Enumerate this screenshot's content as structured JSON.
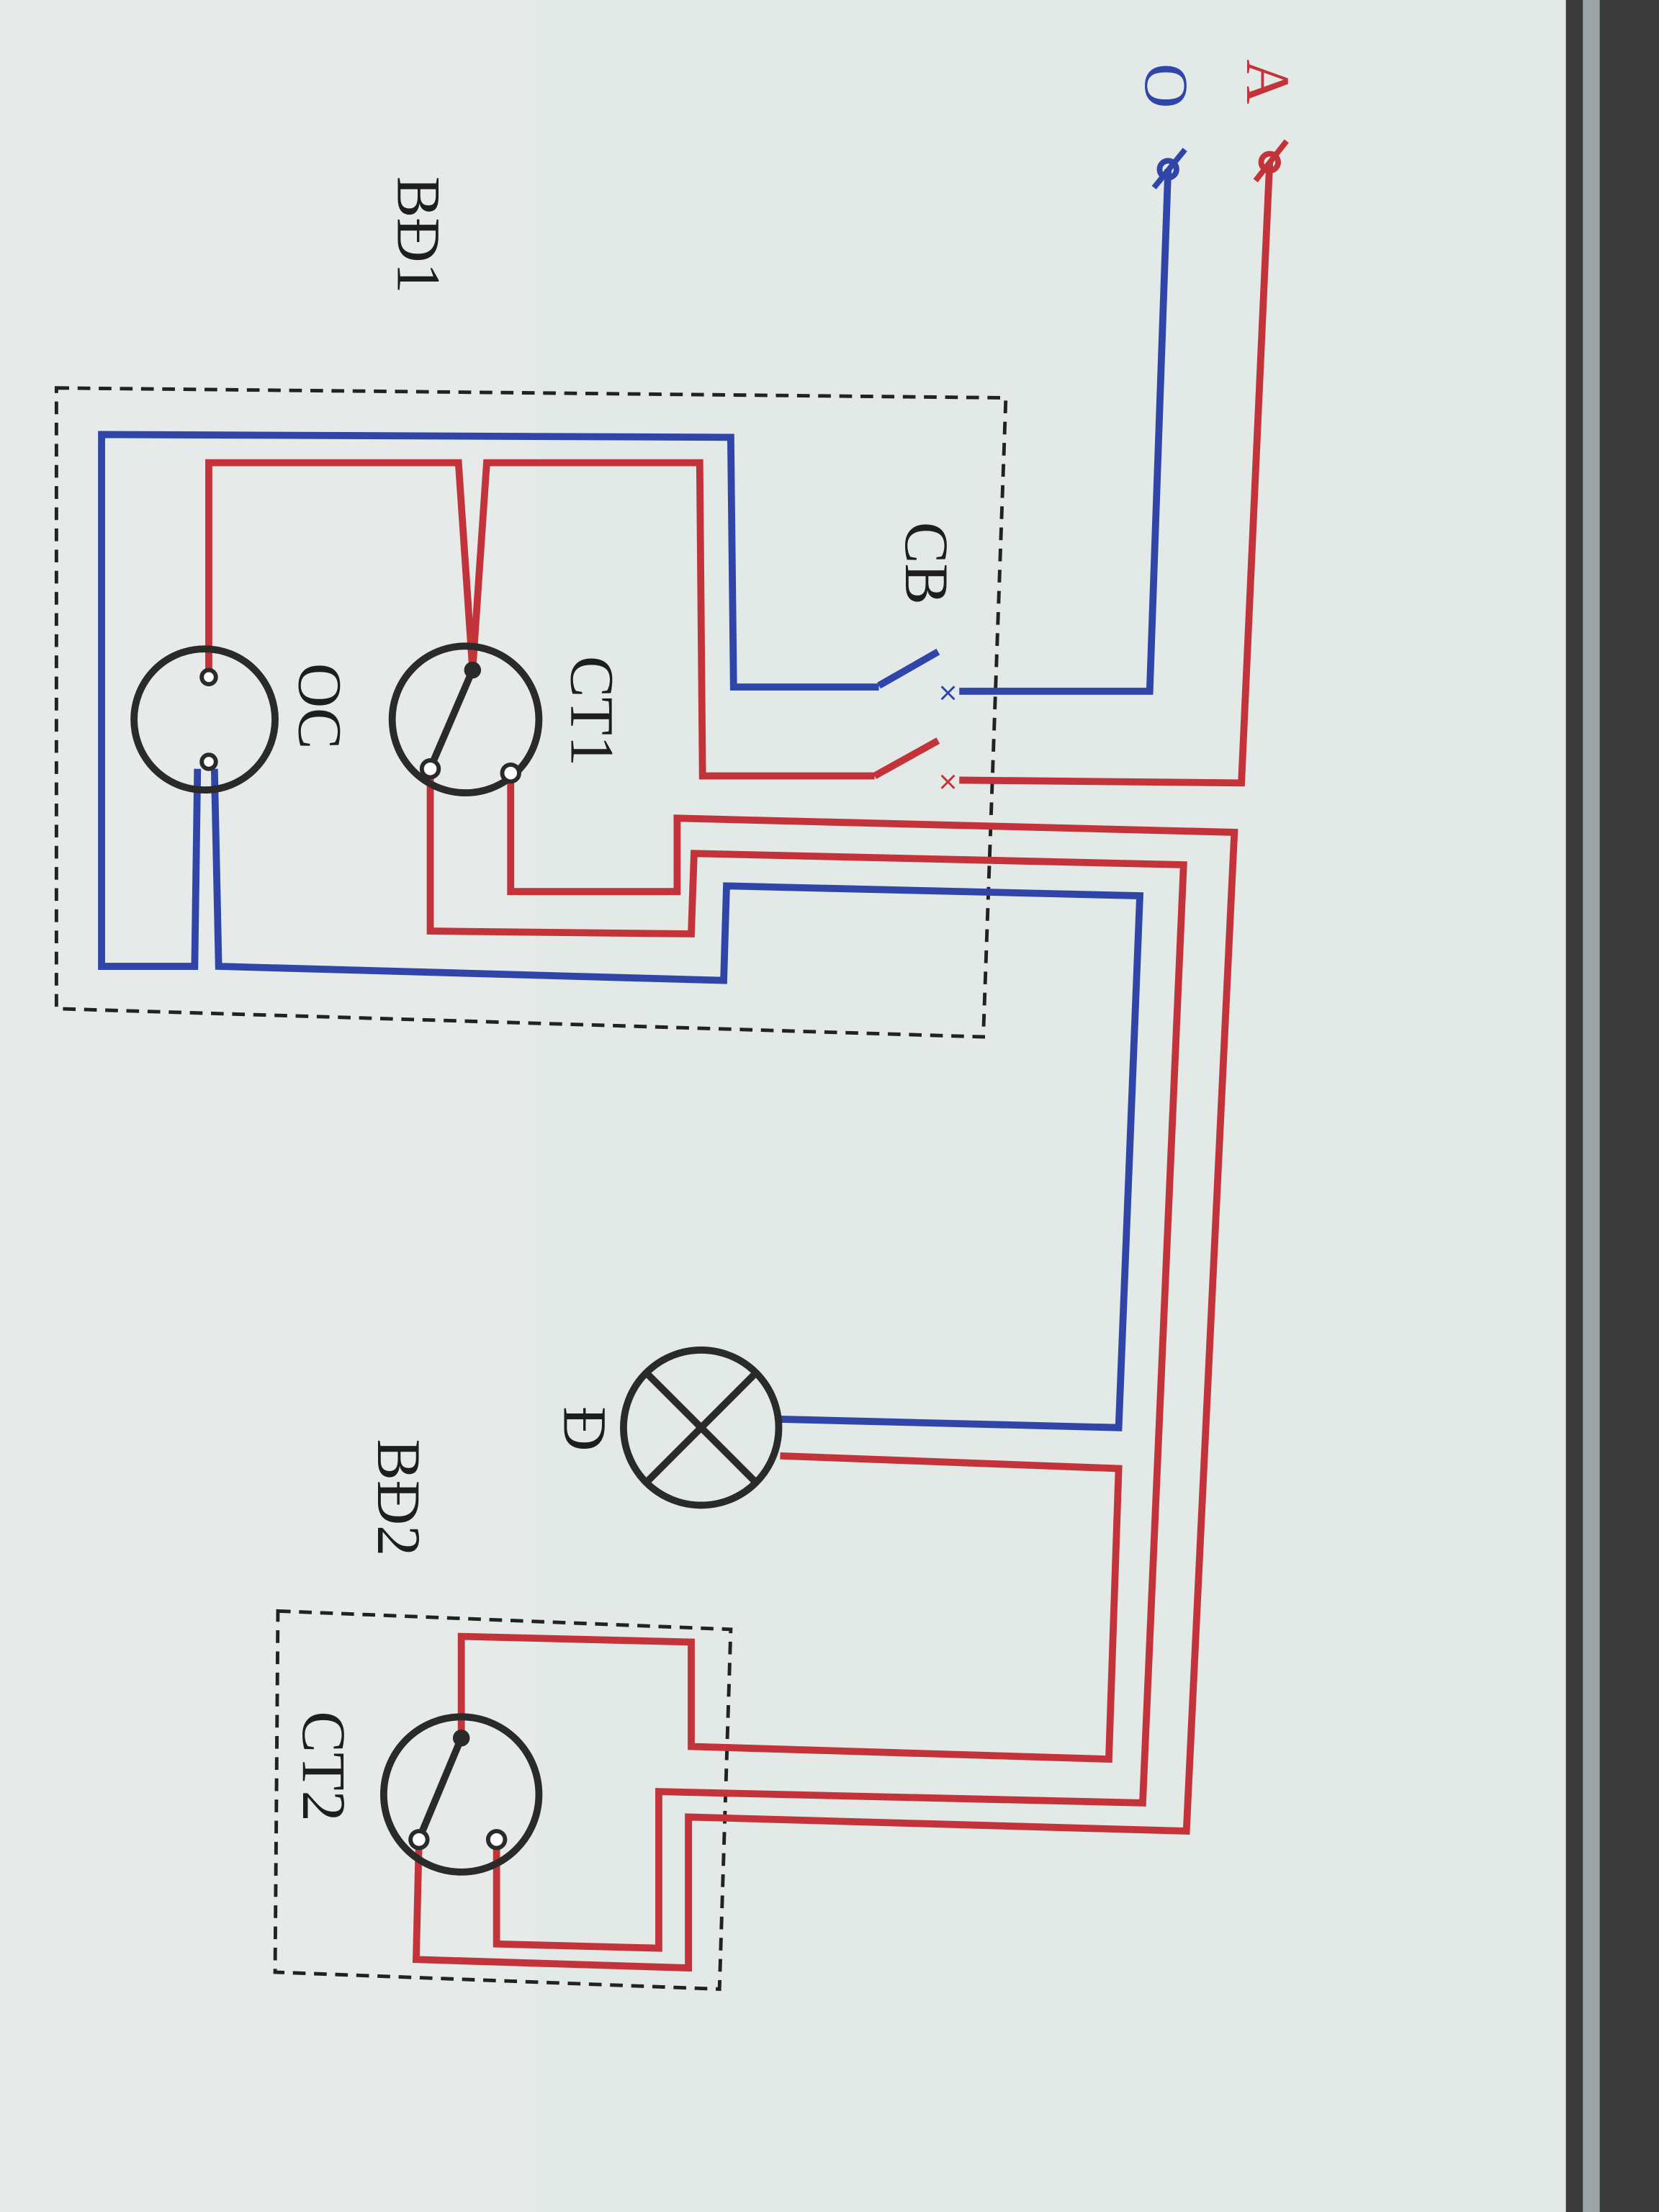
{
  "diagram": {
    "labels": {
      "phase": "A",
      "neutral": "O",
      "panel1": "BĐ1",
      "breaker": "CB",
      "switch1": "CT1",
      "socket": "OC",
      "lamp": "Đ",
      "panel2": "BĐ2",
      "switch2": "CT2"
    },
    "colors": {
      "phase_wire": "#c2333a",
      "neutral_wire": "#2f46a8",
      "paper": "#e3e9e6"
    }
  }
}
